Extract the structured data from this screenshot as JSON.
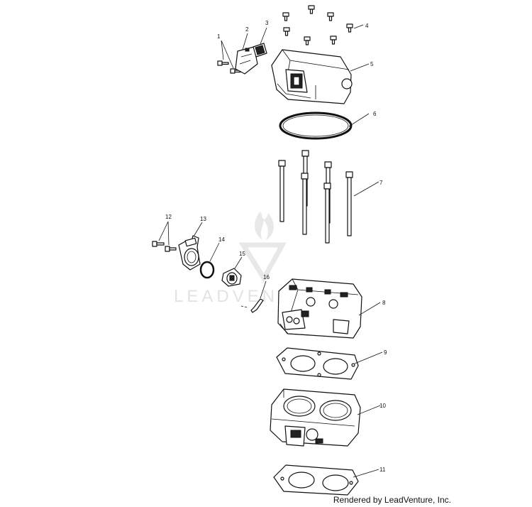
{
  "watermark": {
    "text": "LEADVENTURE",
    "logo_icon": "flame-v-logo-icon"
  },
  "callouts": [
    "1",
    "2",
    "3",
    "4",
    "5",
    "6",
    "7",
    "8",
    "9",
    "10",
    "11",
    "12",
    "13",
    "14",
    "15",
    "16"
  ],
  "credit": "Rendered by LeadVenture, Inc."
}
